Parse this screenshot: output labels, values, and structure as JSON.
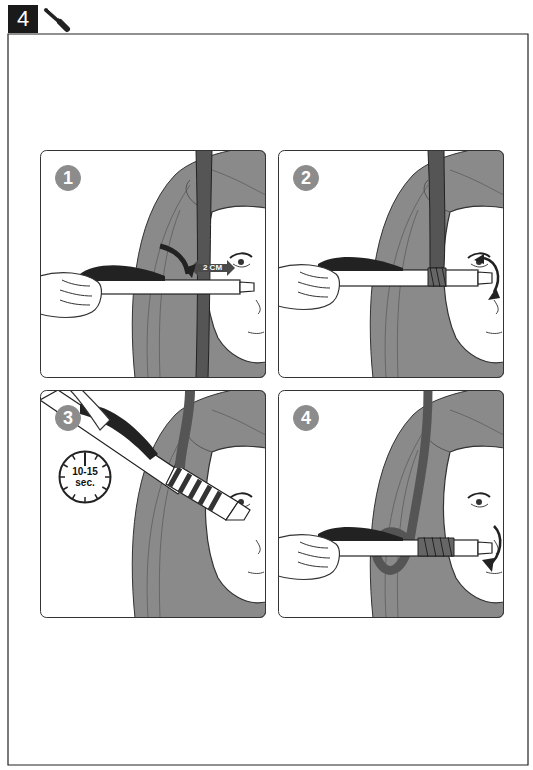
{
  "diagram": {
    "nodes": [
      {
        "text": [
          "4"
        ]
      },
      {
        "text": [
          "1"
        ]
      },
      {
        "text": [
          "2"
        ]
      },
      {
        "text": [
          "3"
        ]
      },
      {
        "text": [
          "4"
        ]
      },
      {
        "text": [
          "10-15 sec."
        ]
      }
    ],
    "labels": [
      "2 CM"
    ]
  }
}
